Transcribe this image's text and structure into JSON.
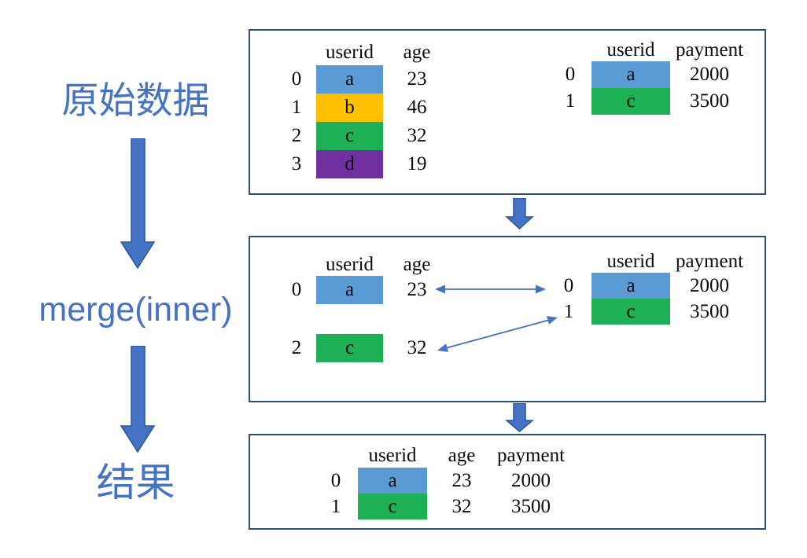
{
  "labels": {
    "source": "原始数据",
    "operation": "merge(inner)",
    "result": "结果"
  },
  "palette": {
    "accent_blue": "#4472C4",
    "arrow_stroke": "#2F5597",
    "box_border": "#2F4E6E",
    "cell_blue": "#5B9BD5",
    "cell_yellow": "#FFC000",
    "cell_green": "#1EB054",
    "cell_purple": "#7030A0"
  },
  "box1": {
    "left": {
      "h1": "userid",
      "h2": "age",
      "rows": [
        {
          "index": "0",
          "userid": "a",
          "age": "23",
          "color": "#5B9BD5"
        },
        {
          "index": "1",
          "userid": "b",
          "age": "46",
          "color": "#FFC000"
        },
        {
          "index": "2",
          "userid": "c",
          "age": "32",
          "color": "#1EB054"
        },
        {
          "index": "3",
          "userid": "d",
          "age": "19",
          "color": "#7030A0"
        }
      ]
    },
    "right": {
      "h1": "userid",
      "h2": "payment",
      "rows": [
        {
          "index": "0",
          "userid": "a",
          "payment": "2000",
          "color": "#5B9BD5"
        },
        {
          "index": "1",
          "userid": "c",
          "payment": "3500",
          "color": "#1EB054"
        }
      ]
    }
  },
  "box2": {
    "left": {
      "h1": "userid",
      "h2": "age",
      "rows": [
        {
          "index": "0",
          "userid": "a",
          "age": "23",
          "color": "#5B9BD5"
        },
        {
          "index": "2",
          "userid": "c",
          "age": "32",
          "color": "#1EB054"
        }
      ]
    },
    "right": {
      "h1": "userid",
      "h2": "payment",
      "rows": [
        {
          "index": "0",
          "userid": "a",
          "payment": "2000",
          "color": "#5B9BD5"
        },
        {
          "index": "1",
          "userid": "c",
          "payment": "3500",
          "color": "#1EB054"
        }
      ]
    }
  },
  "box3": {
    "h1": "userid",
    "h2": "age",
    "h3": "payment",
    "rows": [
      {
        "index": "0",
        "userid": "a",
        "age": "23",
        "payment": "2000",
        "color": "#5B9BD5"
      },
      {
        "index": "1",
        "userid": "c",
        "age": "32",
        "payment": "3500",
        "color": "#1EB054"
      }
    ]
  }
}
